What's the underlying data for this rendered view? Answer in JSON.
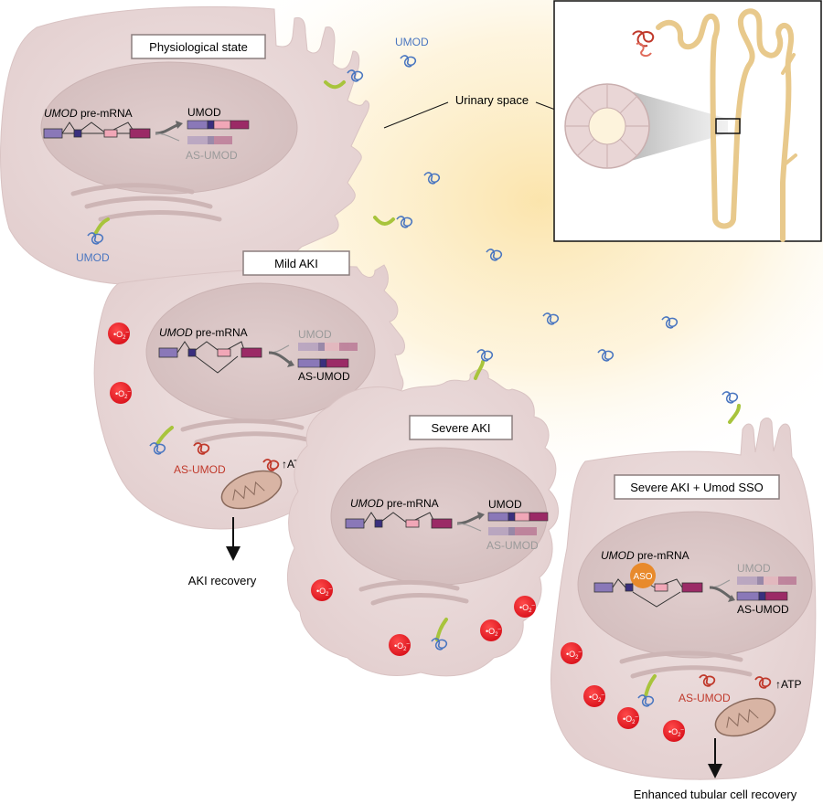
{
  "cells": {
    "physiological": {
      "title": "Physiological state",
      "premrna_gene": "UMOD",
      "premrna_suffix": " pre-mRNA",
      "product_top": "UMOD",
      "product_bottom": "AS-UMOD",
      "protein_label": "UMOD"
    },
    "mild": {
      "title": "Mild AKI",
      "premrna_gene": "UMOD",
      "premrna_suffix": " pre-mRNA",
      "product_top": "UMOD",
      "product_bottom": "AS-UMOD",
      "as_label": "AS-UMOD",
      "atp_label": "↑ATP",
      "outcome": "AKI recovery"
    },
    "severe": {
      "title": "Severe AKI",
      "premrna_gene": "UMOD",
      "premrna_suffix": " pre-mRNA",
      "product_top": "UMOD",
      "product_bottom": "AS-UMOD"
    },
    "sso": {
      "title": "Severe AKI + Umod SSO",
      "premrna_gene": "UMOD",
      "premrna_suffix": " pre-mRNA",
      "aso_label": "ASO",
      "product_top": "UMOD",
      "product_bottom": "AS-UMOD",
      "as_label": "AS-UMOD",
      "atp_label": "↑ATP",
      "outcome": "Enhanced tubular cell recovery"
    }
  },
  "lumen": {
    "label": "Urinary space",
    "free_umod_label": "UMOD"
  },
  "ros": {
    "symbol_base": "O",
    "symbol_sub": "2",
    "symbol_sup": "–"
  },
  "colors": {
    "cell": "#ecdcdc",
    "nucleus": "#dccaca",
    "lumen_glow": "#fbe7b4",
    "exon_purple": "#8a78b8",
    "exon_dark": "#3a2f7e",
    "exon_pink": "#f1a7b7",
    "exon_magenta": "#9b2a66",
    "umod_blue": "#4a76c0",
    "as_umod_red": "#c0392b",
    "ros_red": "#e8202a",
    "tail_green": "#a8c43c",
    "aso_orange": "#e88a2c",
    "tubule": "#e8c98c"
  }
}
